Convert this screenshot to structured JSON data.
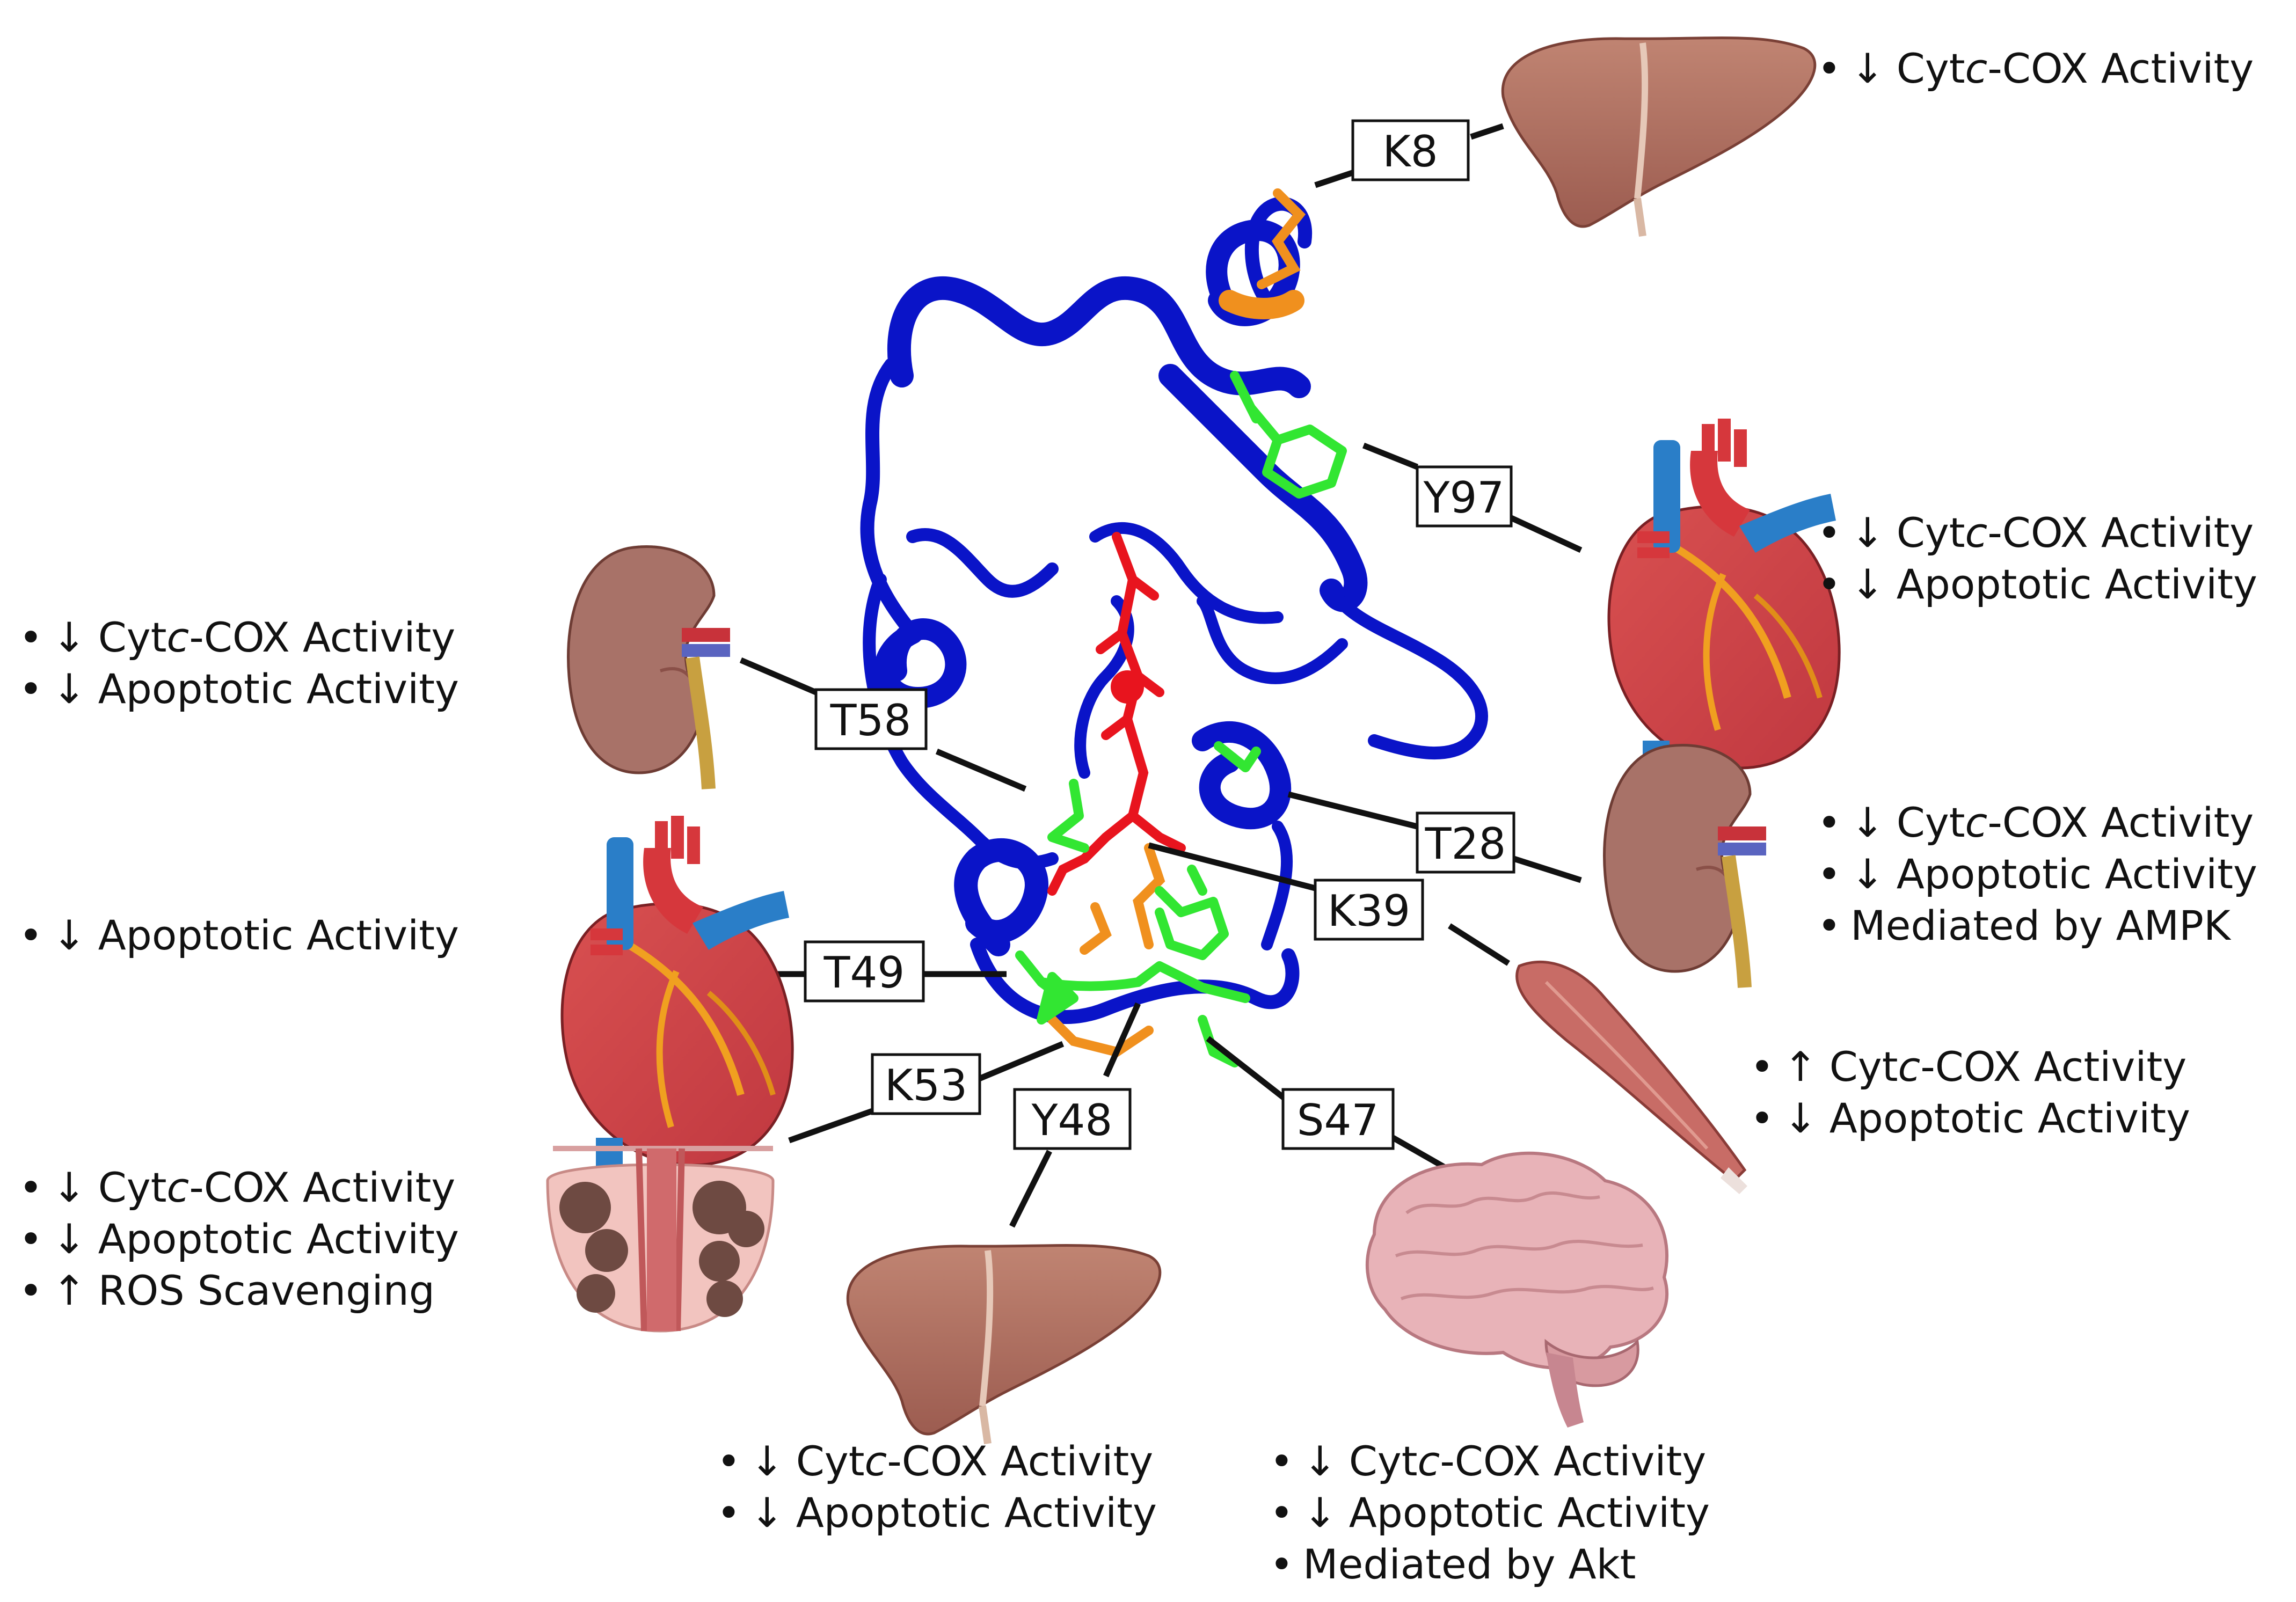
{
  "sites": [
    {
      "id": "K8",
      "label": "K8",
      "organ": "liver-icon",
      "effects": [
        {
          "arrow": "↓",
          "pre": "Cyt",
          "ital": "c",
          "post": "-COX Activity"
        }
      ]
    },
    {
      "id": "Y97",
      "label": "Y97",
      "organ": "heart-icon",
      "effects": [
        {
          "arrow": "↓",
          "pre": "Cyt",
          "ital": "c",
          "post": "-COX Activity"
        },
        {
          "arrow": "↓",
          "pre": "Apoptotic Activity",
          "ital": "",
          "post": ""
        }
      ]
    },
    {
      "id": "T58",
      "label": "T58",
      "organ": "kidney-icon",
      "effects": [
        {
          "arrow": "↓",
          "pre": "Cyt",
          "ital": "c",
          "post": "-COX Activity"
        },
        {
          "arrow": "↓",
          "pre": "Apoptotic Activity",
          "ital": "",
          "post": ""
        }
      ]
    },
    {
      "id": "T28",
      "label": "T28",
      "organ": "kidney-icon",
      "effects": [
        {
          "arrow": "↓",
          "pre": "Cyt",
          "ital": "c",
          "post": "-COX Activity"
        },
        {
          "arrow": "↓",
          "pre": "Apoptotic Activity",
          "ital": "",
          "post": ""
        },
        {
          "arrow": "",
          "pre": "Mediated by AMPK",
          "ital": "",
          "post": ""
        }
      ]
    },
    {
      "id": "T49",
      "label": "T49",
      "organ": "heart-icon",
      "effects": [
        {
          "arrow": "↓",
          "pre": "Apoptotic Activity",
          "ital": "",
          "post": ""
        }
      ]
    },
    {
      "id": "K39",
      "label": "K39",
      "organ": "muscle-icon",
      "effects": [
        {
          "arrow": "↑",
          "pre": "Cyt",
          "ital": "c",
          "post": "-COX Activity"
        },
        {
          "arrow": "↓",
          "pre": "Apoptotic Activity",
          "ital": "",
          "post": ""
        }
      ]
    },
    {
      "id": "K53",
      "label": "K53",
      "organ": "prostate-icon",
      "effects": [
        {
          "arrow": "↓",
          "pre": "Cyt",
          "ital": "c",
          "post": "-COX Activity"
        },
        {
          "arrow": "↓",
          "pre": "Apoptotic Activity",
          "ital": "",
          "post": ""
        },
        {
          "arrow": "↑",
          "pre": "ROS Scavenging",
          "ital": "",
          "post": ""
        }
      ]
    },
    {
      "id": "Y48",
      "label": "Y48",
      "organ": "liver-icon",
      "effects": [
        {
          "arrow": "↓",
          "pre": "Cyt",
          "ital": "c",
          "post": "-COX Activity"
        },
        {
          "arrow": "↓",
          "pre": "Apoptotic Activity",
          "ital": "",
          "post": ""
        }
      ]
    },
    {
      "id": "S47",
      "label": "S47",
      "organ": "brain-icon",
      "effects": [
        {
          "arrow": "↓",
          "pre": "Cyt",
          "ital": "c",
          "post": "-COX Activity"
        },
        {
          "arrow": "↓",
          "pre": "Apoptotic Activity",
          "ital": "",
          "post": ""
        },
        {
          "arrow": "",
          "pre": "Mediated by Akt",
          "ital": "",
          "post": ""
        }
      ]
    }
  ],
  "colors": {
    "backbone": "#0a14c8",
    "heme": "#e8141e",
    "acetylated_lysine": "#f0901e",
    "phosphorylated_residue": "#32e632",
    "liver": "#b07060",
    "kidney": "#a87268",
    "heart_red": "#d6373c",
    "heart_blue": "#2a7ec8",
    "muscle": "#c86c66",
    "brain": "#e8b3b8",
    "prostate": "#f2c4bf"
  }
}
